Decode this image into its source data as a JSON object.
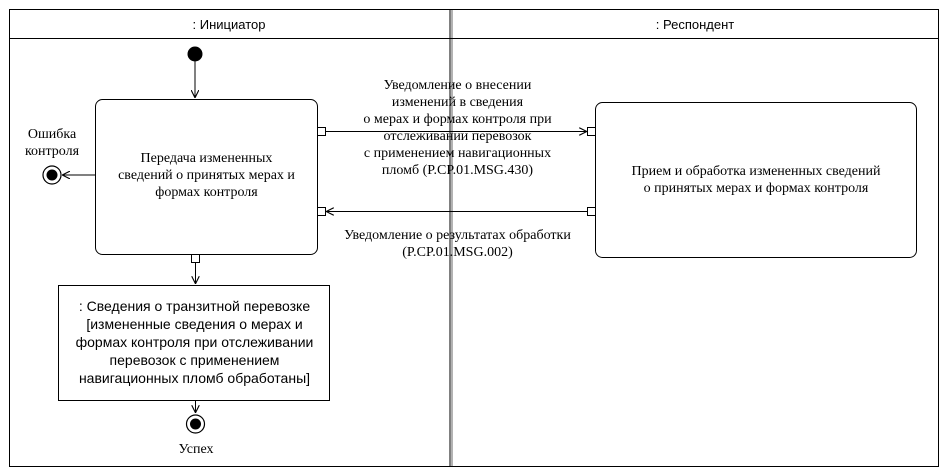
{
  "lanes": [
    {
      "title": ": Инициатор"
    },
    {
      "title": ": Респондент"
    }
  ],
  "actions": {
    "send": [
      "Передача измененных",
      "сведений о принятых мерах и",
      "формах контроля"
    ],
    "receive": [
      "Прием и обработка измененных сведений",
      "о принятых мерах и формах контроля"
    ]
  },
  "object_node": [
    ": Сведения о транзитной перевозке",
    "[измененные сведения о мерах и",
    "формах контроля при отслеживании",
    "перевозок с применением",
    "навигационных пломб обработаны]"
  ],
  "messages": {
    "request": [
      "Уведомление о внесении",
      "изменений в сведения",
      "о мерах и формах контроля при",
      "отслеживании перевозок",
      "с применением навигационных",
      "пломб (P.CP.01.MSG.430)"
    ],
    "response": [
      "Уведомление о результатах обработки",
      "(P.CP.01.MSG.002)"
    ]
  },
  "final_nodes": {
    "error": [
      "Ошибка",
      "контроля"
    ],
    "success": "Успех"
  }
}
